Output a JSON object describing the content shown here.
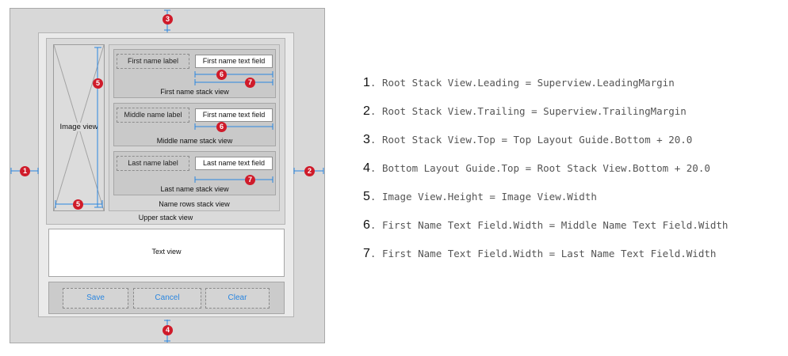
{
  "diagram": {
    "upper_stack_label": "Upper stack view",
    "image_view_label": "Image view",
    "name_rows_label": "Name rows stack view",
    "rows": [
      {
        "label": "First name label",
        "field": "First name text field",
        "caption": "First name stack view"
      },
      {
        "label": "Middle name label",
        "field": "First name text field",
        "caption": "Middle name stack view"
      },
      {
        "label": "Last name label",
        "field": "Last name text field",
        "caption": "Last name stack view"
      }
    ],
    "text_view_label": "Text view",
    "buttons": [
      "Save",
      "Cancel",
      "Clear"
    ],
    "badges": [
      "1",
      "2",
      "3",
      "4",
      "5",
      "5",
      "6",
      "7",
      "6",
      "7"
    ]
  },
  "constraints": [
    {
      "num": "1",
      "text": ". Root Stack View.Leading = Superview.LeadingMargin"
    },
    {
      "num": "2",
      "text": ". Root Stack View.Trailing = Superview.TrailingMargin"
    },
    {
      "num": "3",
      "text": ". Root Stack View.Top = Top Layout Guide.Bottom + 20.0"
    },
    {
      "num": "4",
      "text": ". Bottom Layout Guide.Top = Root Stack View.Bottom + 20.0"
    },
    {
      "num": "5",
      "text": ". Image View.Height = Image View.Width"
    },
    {
      "num": "6",
      "text": ". First Name Text Field.Width = Middle Name Text Field.Width"
    },
    {
      "num": "7",
      "text": ". First Name Text Field.Width = Last Name Text Field.Width"
    }
  ],
  "colors": {
    "badge": "#cf1b2a",
    "guide": "#2a86e0",
    "button_text": "#2a86e0"
  }
}
